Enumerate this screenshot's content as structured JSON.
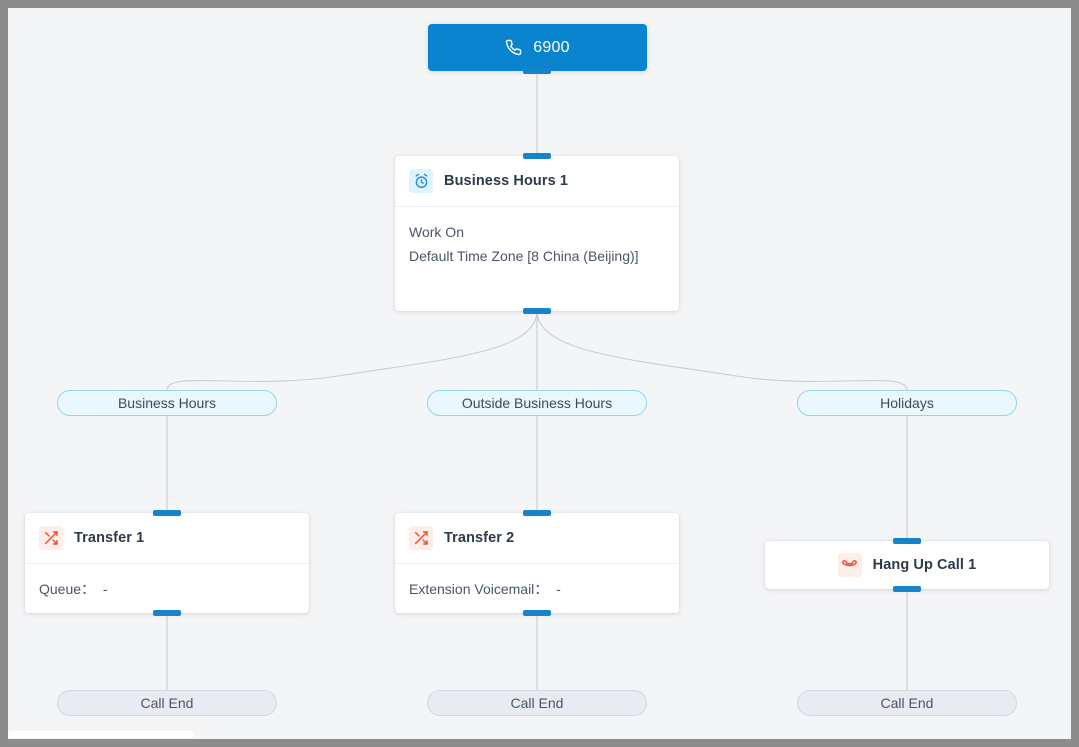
{
  "canvas": {
    "background": "#f4f5f7",
    "frame_color": "#8c8c8c",
    "accent": "#1783c9",
    "branch_pill_bg": "#eaf8fd",
    "branch_pill_border": "#8fd6ee",
    "end_pill_bg": "#e9eaf2",
    "edge_color": "#c7ccd6"
  },
  "root": {
    "icon": "phone-icon",
    "label": "6900"
  },
  "nodes": {
    "business_hours": {
      "icon": "alarm-clock-icon",
      "title": "Business Hours 1",
      "body_line1": "Work On",
      "body_line2": "Default Time Zone [8 China (Beijing)]"
    },
    "transfer_1": {
      "icon": "shuffle-icon",
      "title": "Transfer 1",
      "body_line1": "Queue：  -"
    },
    "transfer_2": {
      "icon": "shuffle-icon",
      "title": "Transfer 2",
      "body_line1": "Extension Voicemail：  -"
    },
    "hang_up_call": {
      "icon": "hang-up-icon",
      "title": "Hang Up Call 1"
    }
  },
  "branches": [
    {
      "label": "Business Hours"
    },
    {
      "label": "Outside Business Hours"
    },
    {
      "label": "Holidays"
    }
  ],
  "end_pills": [
    {
      "label": "Call End"
    },
    {
      "label": "Call End"
    },
    {
      "label": "Call End"
    }
  ]
}
